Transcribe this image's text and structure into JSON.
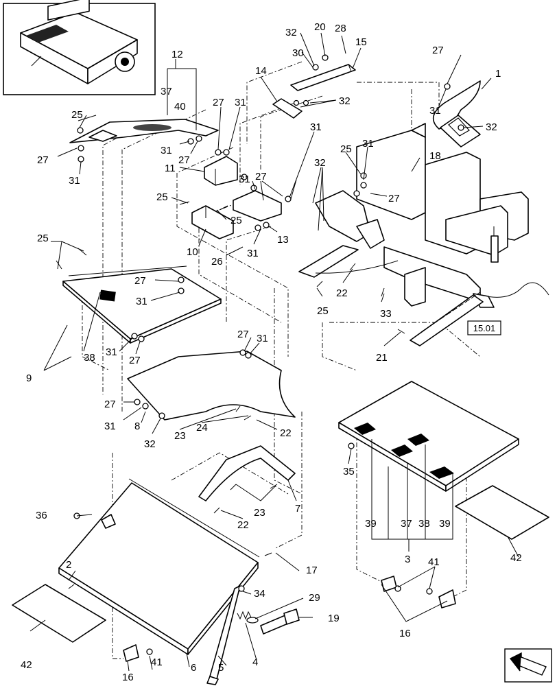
{
  "reference": "15.01",
  "callouts": [
    "1",
    "2",
    "3",
    "4",
    "5",
    "6",
    "7",
    "8",
    "9",
    "10",
    "11",
    "12",
    "13",
    "14",
    "15",
    "16",
    "17",
    "18",
    "19",
    "20",
    "21",
    "22",
    "23",
    "24",
    "25",
    "26",
    "27",
    "28",
    "29",
    "30",
    "31",
    "32",
    "33",
    "34",
    "35",
    "36",
    "37",
    "38",
    "39",
    "40",
    "41",
    "42"
  ],
  "icons": {
    "inset": "machine-overview-icon",
    "navigation": "page-arrow-icon"
  }
}
